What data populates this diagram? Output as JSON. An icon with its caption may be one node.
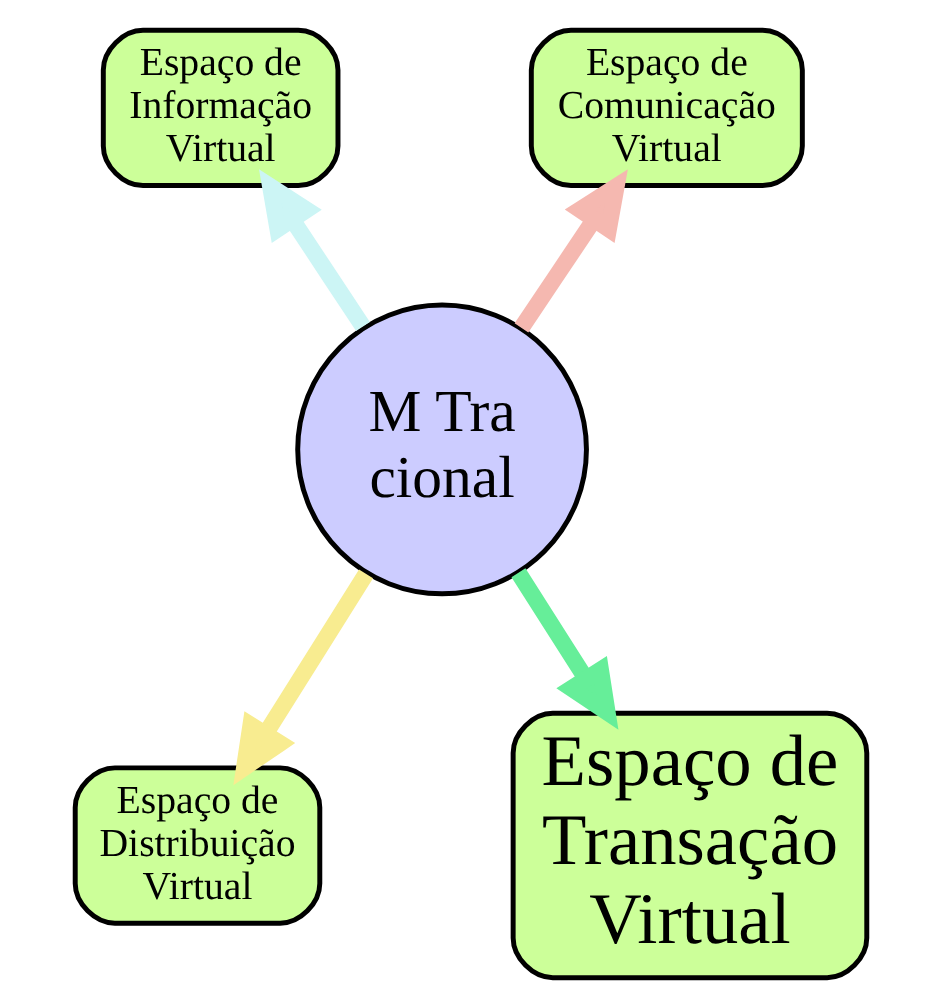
{
  "diagram": {
    "nodes": [
      {
        "text": [
          "M Tra",
          "cional"
        ]
      },
      {
        "text": [
          "Espaço de Informação Virtual"
        ]
      },
      {
        "text": [
          "Espaço de Comunicação Virtual"
        ]
      },
      {
        "text": [
          "Espaço de Distribuição Virtual"
        ]
      },
      {
        "text": [
          "Espaço de Transação Virtual"
        ]
      }
    ],
    "edges": [
      {
        "from": 0,
        "to": 1,
        "arrow": "to",
        "color": "#ccf5f5"
      },
      {
        "from": 0,
        "to": 2,
        "arrow": "to",
        "color": "#f5b8b0"
      },
      {
        "from": 0,
        "to": 3,
        "arrow": "to",
        "color": "#f8ec90"
      },
      {
        "from": 0,
        "to": 4,
        "arrow": "to",
        "color": "#66ee99"
      }
    ]
  }
}
